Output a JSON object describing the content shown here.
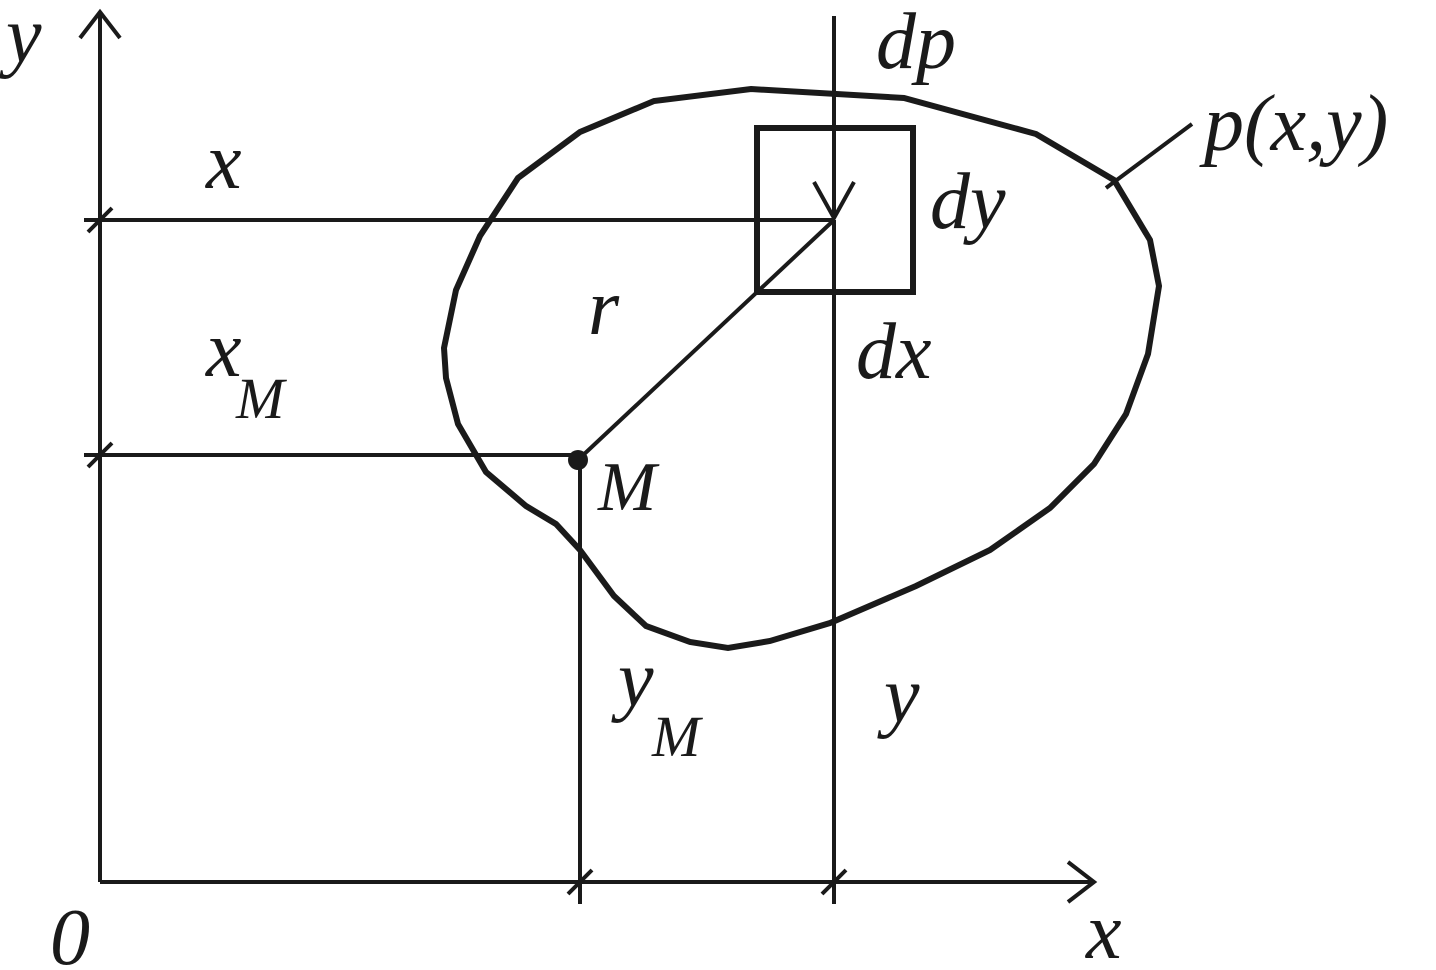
{
  "labels": {
    "y_axis": "y",
    "x_axis": "x",
    "origin": "0",
    "dp": "dp",
    "p_xy": "p(x,y)",
    "x_dim": "x",
    "dy": "dy",
    "dx": "dx",
    "r": "r",
    "x_m_main": "x",
    "x_m_sub": "M",
    "point_m": "M",
    "y_m_main": "y",
    "y_m_sub": "M",
    "y_dim": "y"
  }
}
